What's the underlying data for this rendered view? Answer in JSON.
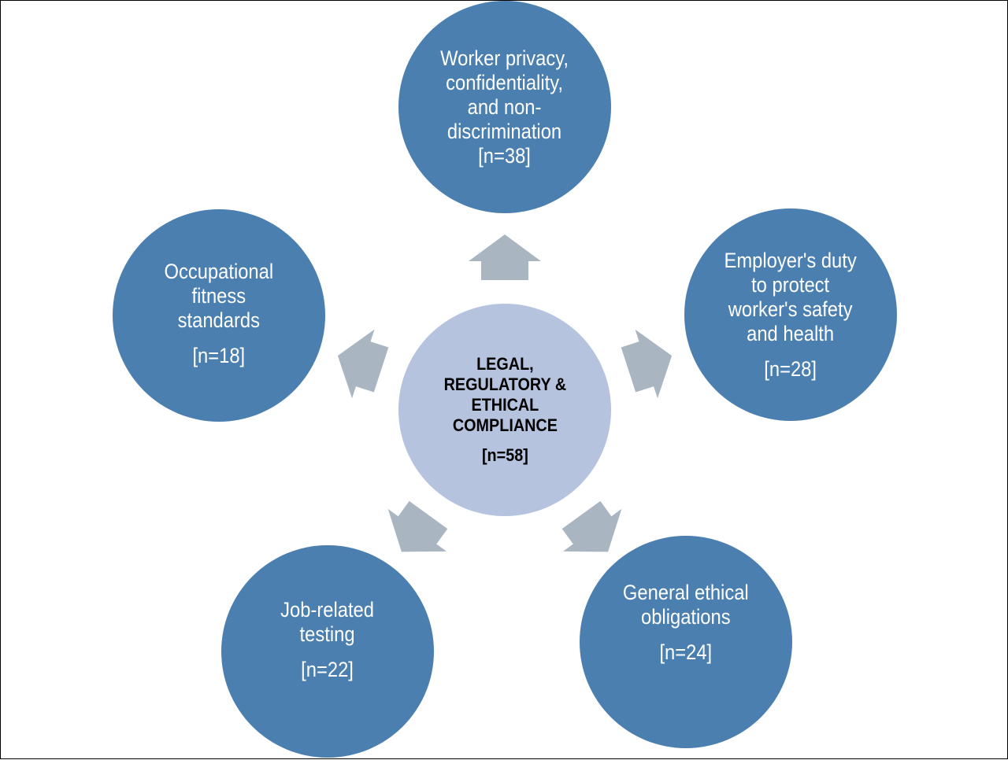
{
  "center": {
    "title_lines": [
      "LEGAL,",
      "REGULATORY &",
      "ETHICAL",
      "COMPLIANCE"
    ],
    "count": "[n=58]",
    "color": "#b5c3df"
  },
  "nodes": [
    {
      "id": "privacy",
      "lines": [
        "Worker privacy,",
        "confidentiality,",
        "and non-",
        "discrimination"
      ],
      "count": "[n=38]"
    },
    {
      "id": "employer-duty",
      "lines": [
        "Employer's duty",
        "to protect",
        "worker's safety",
        "and health"
      ],
      "count": "[n=28]"
    },
    {
      "id": "ethical",
      "lines": [
        "General ethical",
        "obligations"
      ],
      "count": "[n=24]"
    },
    {
      "id": "testing",
      "lines": [
        "Job-related",
        "testing"
      ],
      "count": "[n=22]"
    },
    {
      "id": "fitness",
      "lines": [
        "Occupational",
        "fitness",
        "standards"
      ],
      "count": "[n=18]"
    }
  ],
  "colors": {
    "node": "#4a7fb0",
    "arrow": "#a9b5c1",
    "node_text": "#ffffff"
  }
}
